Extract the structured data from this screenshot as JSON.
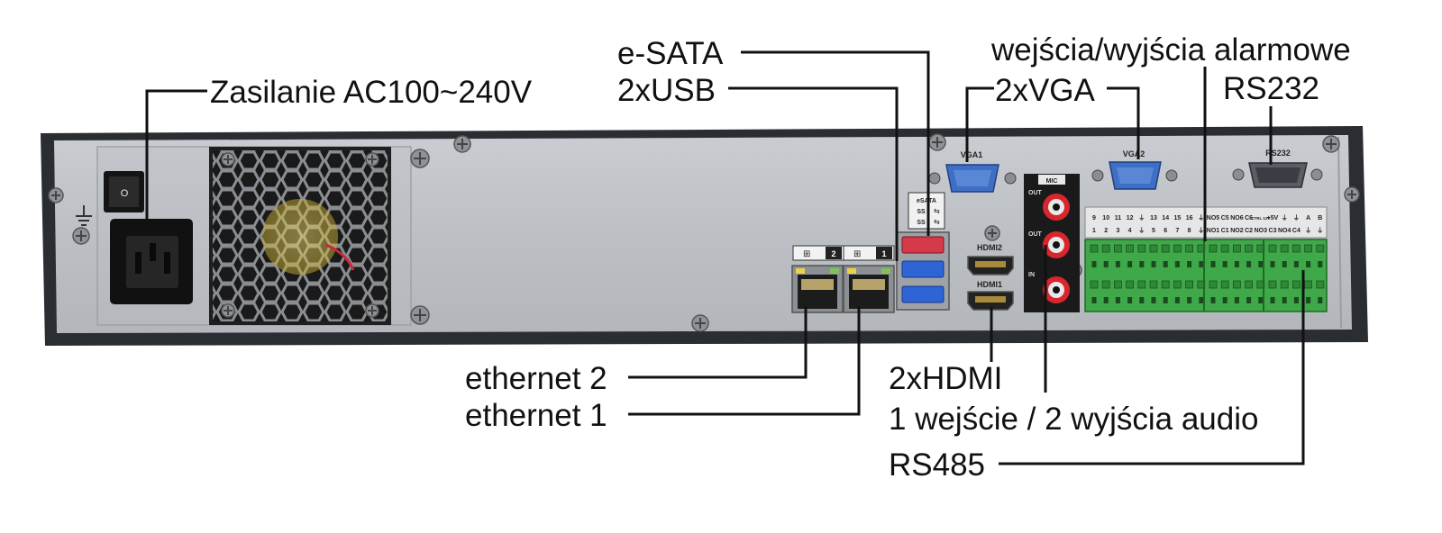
{
  "labels": {
    "power": "Zasilanie AC100~240V",
    "esata": "e-SATA",
    "usb": "2xUSB",
    "vga": "2xVGA",
    "alarm": "wejścia/wyjścia alarmowe",
    "rs232": "RS232",
    "ethernet2": "ethernet 2",
    "ethernet1": "ethernet 1",
    "hdmi": "2xHDMI",
    "audio": "1 wejście / 2 wyjścia audio",
    "rs485": "RS485"
  },
  "panel_markings": {
    "vga1": "VGA1",
    "vga2": "VGA2",
    "rs232": "RS232",
    "mic": "MIC",
    "out": "OUT",
    "in": "IN",
    "esata": "eSATA",
    "ss": "SS",
    "hdmi2": "HDMI2",
    "hdmi1": "HDMI1",
    "lan2": "2",
    "lan1": "1",
    "switch_mark": "O",
    "terminal_top": [
      "9",
      "10",
      "11",
      "12",
      "⏚",
      "13",
      "14",
      "15",
      "16",
      "⏚",
      "NO5",
      "C5",
      "NO6",
      "C6",
      "CTRL 12V",
      "+5V",
      "⏚",
      "⏚",
      "A",
      "B"
    ],
    "terminal_bottom": [
      "1",
      "2",
      "3",
      "4",
      "⏚",
      "5",
      "6",
      "7",
      "8",
      "⏚",
      "NO1",
      "C1",
      "NO2",
      "C2",
      "NO3",
      "C3",
      "NO4",
      "C4",
      "⏚",
      "⏚"
    ]
  },
  "colors": {
    "chassis": "#bfc3c7",
    "frame": "#2a2d31",
    "vga_port": "#3f6fc4",
    "usb_port": "#2e64d6",
    "esata_port": "#d63a4a",
    "terminal_block": "#3fa848",
    "audio_ring": "#d9262e"
  }
}
